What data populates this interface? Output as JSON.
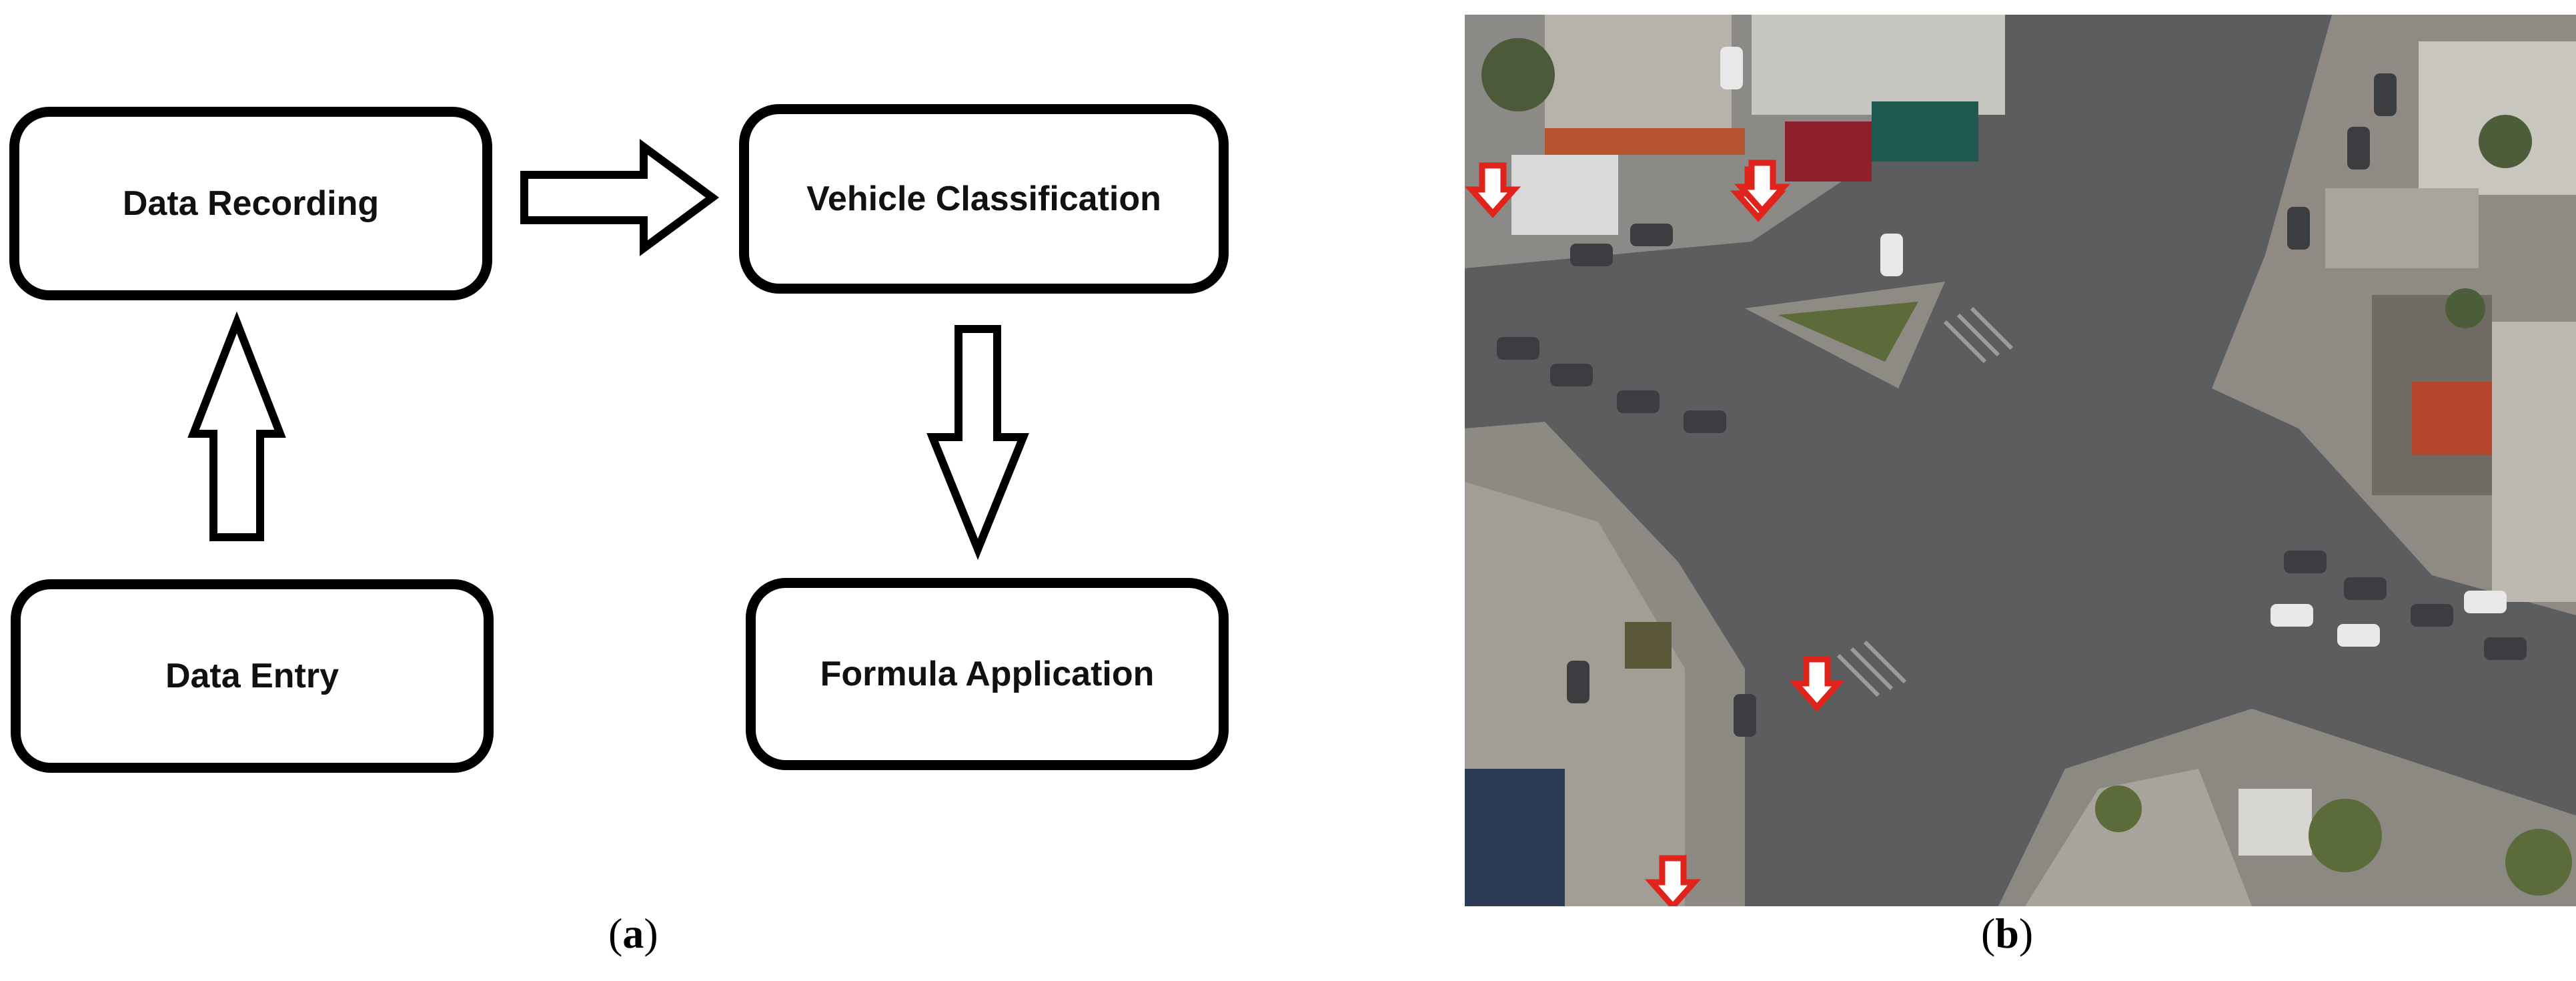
{
  "figure": {
    "panel_a": {
      "boxes": {
        "data_recording": "Data Recording",
        "vehicle_classification": "Vehicle Classification",
        "data_entry": "Data Entry",
        "formula_application": "Formula Application"
      },
      "caption_open": "(",
      "caption_letter": "a",
      "caption_close": ")"
    },
    "panel_b": {
      "image": "aerial-intersection-photo",
      "marker_color": "#e0241c",
      "marker_count": 4,
      "caption_open": "(",
      "caption_letter": "b",
      "caption_close": ")"
    }
  },
  "colors": {
    "box_border": "#000000",
    "arrow_stroke": "#000000",
    "road": "#5c5d5f"
  }
}
